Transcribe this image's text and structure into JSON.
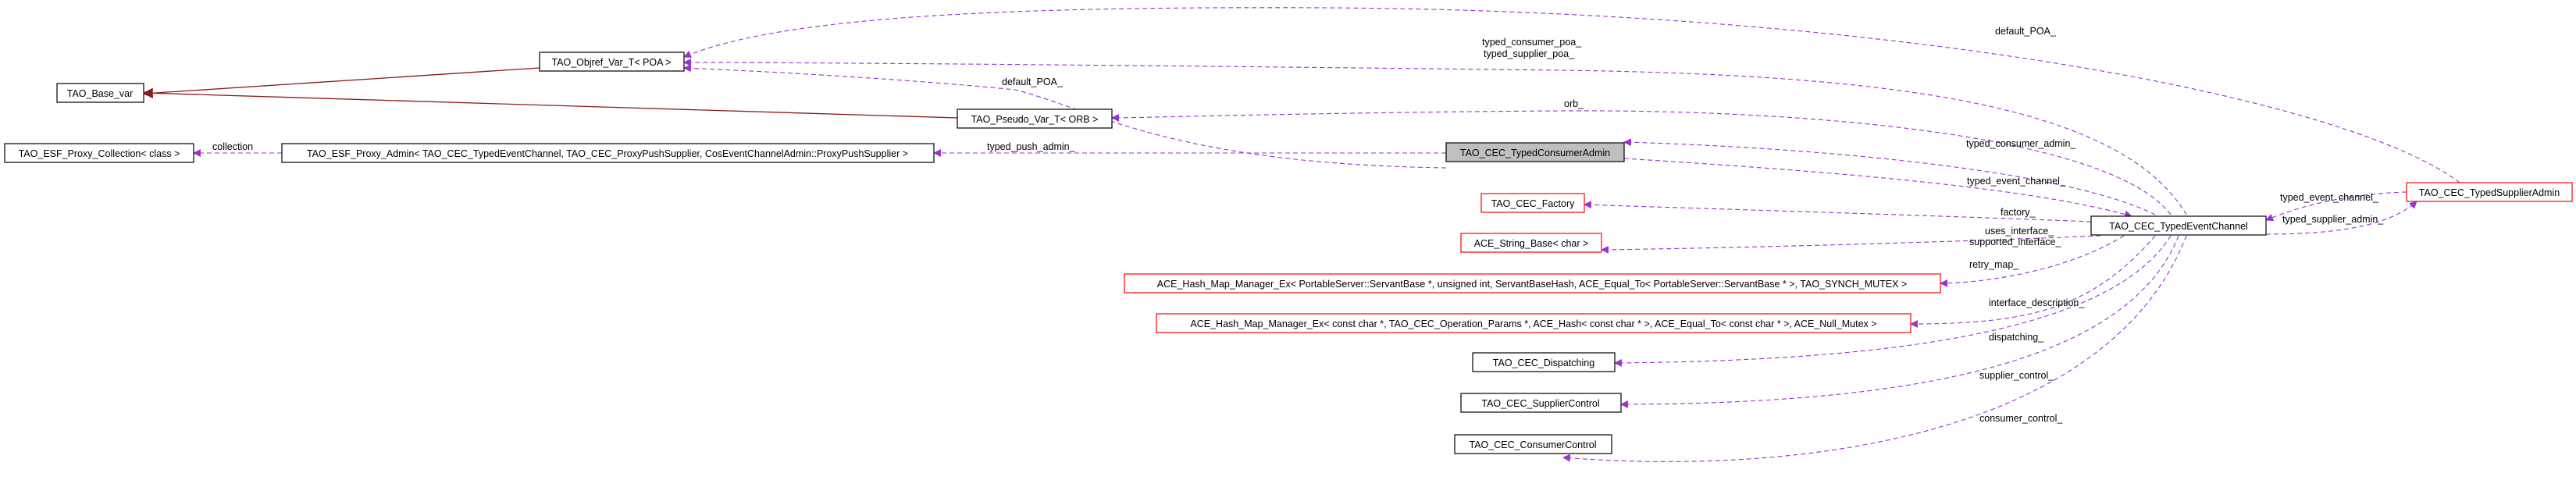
{
  "colors": {
    "box_border_normal": "#000000",
    "box_border_highlight": "#ff0000",
    "focus_fill": "#bfbfbf",
    "edge_usage": "#9a32cd",
    "edge_inherit": "#8b1a1a"
  },
  "nodes": [
    {
      "id": "objref_poa",
      "label": "TAO_Objref_Var_T< POA >",
      "style": "normal"
    },
    {
      "id": "base_var",
      "label": "TAO_Base_var",
      "style": "normal"
    },
    {
      "id": "pseudo_orb",
      "label": "TAO_Pseudo_Var_T< ORB >",
      "style": "normal"
    },
    {
      "id": "esf_collection",
      "label": "TAO_ESF_Proxy_Collection< class >",
      "style": "normal"
    },
    {
      "id": "esf_admin",
      "label": "TAO_ESF_Proxy_Admin< TAO_CEC_TypedEventChannel, TAO_CEC_ProxyPushSupplier, CosEventChannelAdmin::ProxyPushSupplier >",
      "style": "normal"
    },
    {
      "id": "consumer_admin",
      "label": "TAO_CEC_TypedConsumerAdmin",
      "style": "focus"
    },
    {
      "id": "factory",
      "label": "TAO_CEC_Factory",
      "style": "highlight"
    },
    {
      "id": "string_base",
      "label": "ACE_String_Base< char >",
      "style": "highlight"
    },
    {
      "id": "hash_servant",
      "label": "ACE_Hash_Map_Manager_Ex< PortableServer::ServantBase *, unsigned int, ServantBaseHash, ACE_Equal_To< PortableServer::ServantBase * >, TAO_SYNCH_MUTEX >",
      "style": "highlight"
    },
    {
      "id": "hash_operation",
      "label": "ACE_Hash_Map_Manager_Ex< const char *, TAO_CEC_Operation_Params *, ACE_Hash< const char * >, ACE_Equal_To< const char * >, ACE_Null_Mutex >",
      "style": "highlight"
    },
    {
      "id": "dispatching",
      "label": "TAO_CEC_Dispatching",
      "style": "normal"
    },
    {
      "id": "supplier_control",
      "label": "TAO_CEC_SupplierControl",
      "style": "normal"
    },
    {
      "id": "consumer_control",
      "label": "TAO_CEC_ConsumerControl",
      "style": "normal"
    },
    {
      "id": "event_channel",
      "label": "TAO_CEC_TypedEventChannel",
      "style": "normal"
    },
    {
      "id": "supplier_admin",
      "label": "TAO_CEC_TypedSupplierAdmin",
      "style": "highlight"
    }
  ],
  "edge_labels": [
    {
      "id": "lbl_default_poa_top",
      "text": "default_POA_"
    },
    {
      "id": "lbl_typed_poa_1",
      "text": "typed_consumer_poa_"
    },
    {
      "id": "lbl_typed_poa_2",
      "text": "typed_supplier_poa_"
    },
    {
      "id": "lbl_default_poa_mid",
      "text": "default_POA_"
    },
    {
      "id": "lbl_orb",
      "text": "orb_"
    },
    {
      "id": "lbl_collection",
      "text": "collection"
    },
    {
      "id": "lbl_typed_push_admin",
      "text": "typed_push_admin_"
    },
    {
      "id": "lbl_typed_consumer_admin",
      "text": "typed_consumer_admin_"
    },
    {
      "id": "lbl_typed_event_channel_1",
      "text": "typed_event_channel_"
    },
    {
      "id": "lbl_typed_event_channel_2",
      "text": "typed_event_channel_"
    },
    {
      "id": "lbl_typed_supplier_admin",
      "text": "typed_supplier_admin_"
    },
    {
      "id": "lbl_factory",
      "text": "factory_"
    },
    {
      "id": "lbl_uses_interface",
      "text": "uses_interface_"
    },
    {
      "id": "lbl_supported_interface",
      "text": "supported_interface_"
    },
    {
      "id": "lbl_retry_map",
      "text": "retry_map_"
    },
    {
      "id": "lbl_interface_description",
      "text": "interface_description_"
    },
    {
      "id": "lbl_dispatching",
      "text": "dispatching_"
    },
    {
      "id": "lbl_supplier_control",
      "text": "supplier_control_"
    },
    {
      "id": "lbl_consumer_control",
      "text": "consumer_control_"
    }
  ]
}
